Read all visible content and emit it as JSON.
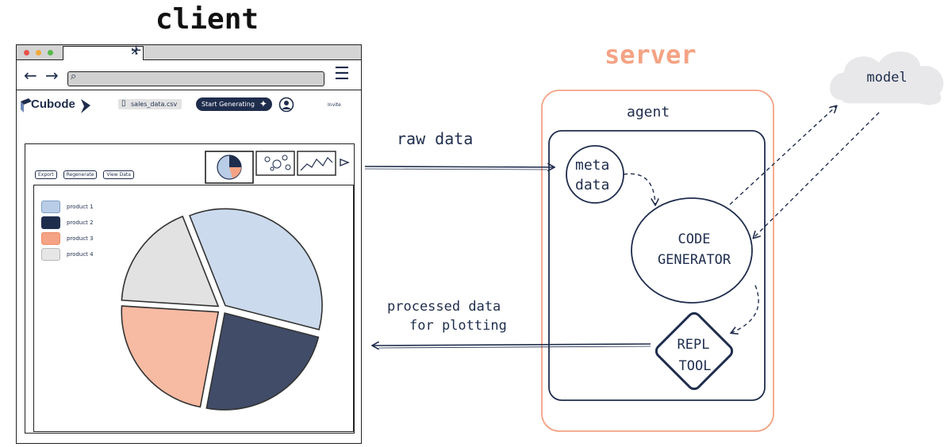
{
  "titles": {
    "client": "client",
    "server": "server"
  },
  "browser": {
    "brand": "Cubode",
    "file_chip": "sales_data.csv",
    "primary_button": "Start Generating",
    "invite_label": "Invite",
    "actions": [
      "Export",
      "Regenerate",
      "View Data"
    ]
  },
  "chart_data": {
    "type": "pie",
    "categories": [
      "product 1",
      "product 2",
      "product 3",
      "product 4"
    ],
    "values": [
      35,
      24,
      23,
      18
    ],
    "legend_position": "top-left"
  },
  "diagram": {
    "agent_label": "agent",
    "meta_data_label": [
      "meta",
      "data"
    ],
    "code_generator_label": [
      "CODE",
      "GENERATOR"
    ],
    "repl_tool_label": [
      "REPL",
      "TOOL"
    ],
    "model_label": "model",
    "raw_data_label": "raw data",
    "processed_data_label": [
      "processed data",
      "for plotting"
    ]
  },
  "colors": {
    "ink": "#1f2d4d",
    "server_accent": "#f4a384",
    "product_1": "#b9cde6",
    "product_2": "#1f2d4d",
    "product_3": "#f4a384",
    "product_4": "#d8d8d8",
    "cloud": "#e8e8ea"
  }
}
